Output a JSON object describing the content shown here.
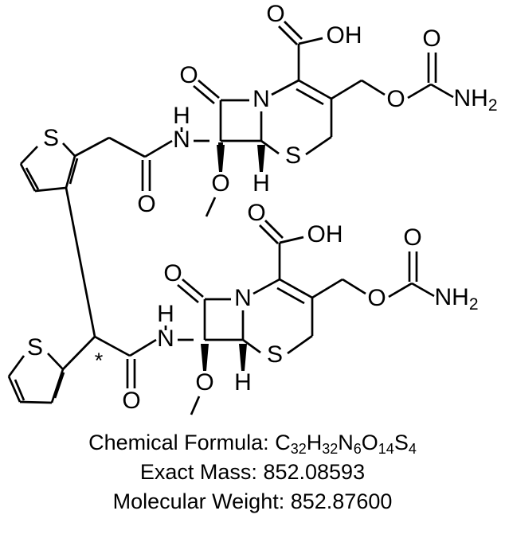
{
  "document": {
    "type": "chemical-structure-diagram",
    "background_color": "#ffffff",
    "line_color": "#000000"
  },
  "caption": {
    "formula_label": "Chemical Formula:",
    "formula": {
      "parts": [
        {
          "element": "C",
          "count": "32"
        },
        {
          "element": "H",
          "count": "32"
        },
        {
          "element": "N",
          "count": "6"
        },
        {
          "element": "O",
          "count": "14"
        },
        {
          "element": "S",
          "count": "4"
        }
      ],
      "plain": "C32H32N6O14S4"
    },
    "exact_mass_label": "Exact Mass:",
    "exact_mass_value": "852.08593",
    "molecular_weight_label": "Molecular Weight:",
    "molecular_weight_value": "852.87600"
  },
  "structure": {
    "description": "Dimeric cephem (cefoxitin-type) structure: two 7-methoxy-3-(carbamoyloxymethyl)cephem cores, each acylated by a thiophene-derived acetamide, bridged between the two thiophene rings.",
    "upper_unit": {
      "name": "upper-cephem-unit",
      "labels": {
        "thiophene_sulfur": "S",
        "amide_nh_h": "H",
        "amide_nh_n": "N",
        "amide_carbonyl_o": "O",
        "lactam_carbonyl_o": "O",
        "ring_nitrogen": "N",
        "methoxy_o": "O",
        "bridgehead_h": "H",
        "thiazine_sulfur": "S",
        "acid_carbonyl_o": "O",
        "acid_hydroxyl": "OH",
        "ester_o": "O",
        "carbamate_carbonyl_o": "O",
        "carbamate_n": "NH",
        "carbamate_n_sub": "2"
      }
    },
    "lower_unit": {
      "name": "lower-cephem-unit",
      "labels": {
        "thiophene_sulfur": "S",
        "stereocenter_marker": "*",
        "amide_nh_h": "H",
        "amide_nh_n": "N",
        "amide_carbonyl_o": "O",
        "lactam_carbonyl_o": "O",
        "ring_nitrogen": "N",
        "methoxy_o": "O",
        "bridgehead_h": "H",
        "thiazine_sulfur": "S",
        "acid_carbonyl_o": "O",
        "acid_hydroxyl": "OH",
        "ester_o": "O",
        "carbamate_carbonyl_o": "O",
        "carbamate_n": "NH",
        "carbamate_n_sub": "2"
      }
    }
  },
  "chart_data": {
    "type": "table",
    "title": "Chemical Formula: C32H32N6O14S4",
    "categories": [
      "Chemical Formula",
      "Exact Mass",
      "Molecular Weight"
    ],
    "values": [
      "C32H32N6O14S4",
      "852.08593",
      "852.87600"
    ]
  }
}
